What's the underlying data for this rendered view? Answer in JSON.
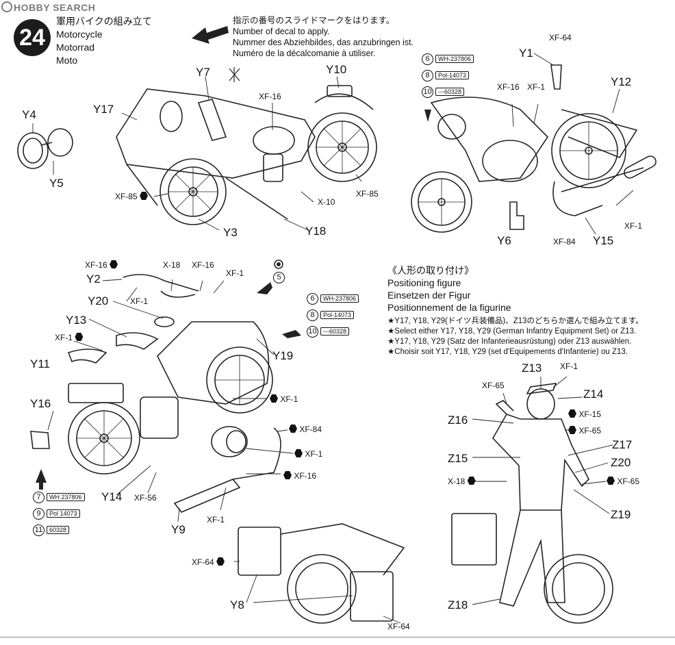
{
  "watermark": "HOBBY SEARCH",
  "step": {
    "number": "24",
    "title_jp": "軍用バイクの組み立て",
    "title_en": "Motorcycle",
    "title_de": "Motorrad",
    "title_fr": "Moto"
  },
  "decal_note": {
    "jp": "指示の番号のスライドマークをはります。",
    "en": "Number of decal to apply.",
    "de": "Nummer des Abziehbildes, das anzubringen ist.",
    "fr": "Numéro de la décalcomanie à utiliser."
  },
  "positioning": {
    "jp": "《人形の取り付け》",
    "en": "Positioning figure",
    "de": "Einsetzen der Figur",
    "fr": "Positionnement de la figurine",
    "notes": [
      "★Y17, Y18, Y29(ドイツ兵装備品)、Z13のどちらか選んで組み立てます。",
      "★Select either Y17, Y18, Y29 (German Infantry Equipment Set) or Z13.",
      "★Y17, Y18, Y29 (Satz der Infanterieausrüstung) oder Z13 auswählen.",
      "★Choisir soit Y17, Y18, Y29 (set d'Equipements d'Infanterie) ou Z13."
    ]
  },
  "decals": {
    "set_a": [
      {
        "num": "6",
        "text": "WH-237806"
      },
      {
        "num": "8",
        "text": "Pol-14073"
      },
      {
        "num": "10",
        "text": "---60328"
      }
    ],
    "set_b": [
      {
        "num": "6",
        "text": "WH-237806"
      },
      {
        "num": "8",
        "text": "Pol-14073"
      },
      {
        "num": "10",
        "text": "---60328"
      }
    ],
    "set_c": [
      {
        "num": "7",
        "text": "WH 237806"
      },
      {
        "num": "9",
        "text": "Pol 14073"
      },
      {
        "num": "11",
        "text": "60328"
      }
    ],
    "circle_5": "5"
  },
  "labels": {
    "y4": "Y4",
    "y5": "Y5",
    "y17a": "Y17",
    "y7": "Y7",
    "y10": "Y10",
    "y3": "Y3",
    "y18": "Y18",
    "xf16a": "XF-16",
    "x10": "X-10",
    "xf85a": "XF-85",
    "xf85b": "XF-85",
    "xf64a": "XF-64",
    "y1": "Y1",
    "y12": "Y12",
    "xf16b": "XF-16",
    "xf1a": "XF-1",
    "y6": "Y6",
    "xf84a": "XF-84",
    "y15": "Y15",
    "xf1b": "XF-1",
    "xf16c": "XF-16",
    "y2": "Y2",
    "x18a": "X-18",
    "xf16d": "XF-16",
    "xf1c": "XF-1",
    "xf1d": "XF-1",
    "y20": "Y20",
    "y13": "Y13",
    "xf1e": "XF-1",
    "y11": "Y11",
    "y19": "Y19",
    "xf1f": "XF-1",
    "y16": "Y16",
    "xf84b": "XF-84",
    "xf1g": "XF-1",
    "xf16e": "XF-16",
    "y14": "Y14",
    "xf56": "XF-56",
    "y9": "Y9",
    "xf1h": "XF-1",
    "xf64b": "XF-64",
    "y8": "Y8",
    "xf64c": "XF-64",
    "z13": "Z13",
    "xf1i": "XF-1",
    "xf65a": "XF-65",
    "z14": "Z14",
    "xf15": "XF-15",
    "z16": "Z16",
    "xf65b": "XF-65",
    "z17": "Z17",
    "z15": "Z15",
    "z20": "Z20",
    "x18b": "X-18",
    "xf65c": "XF-65",
    "z19": "Z19",
    "z18": "Z18"
  }
}
